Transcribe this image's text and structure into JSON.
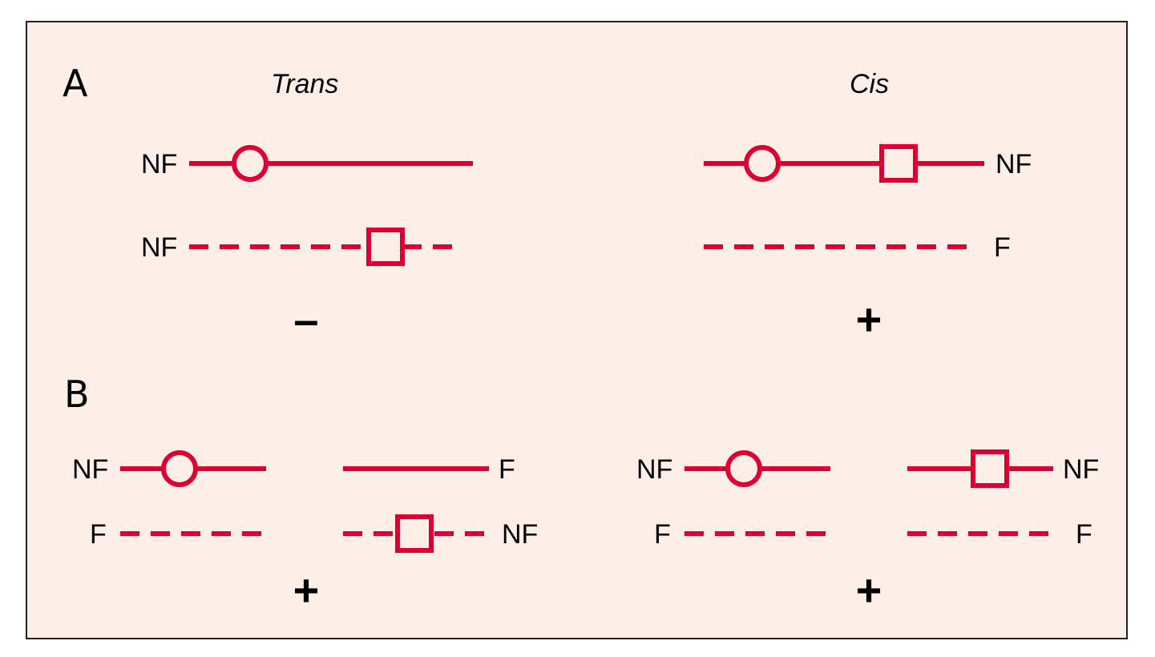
{
  "colors": {
    "background": "#fdeee8",
    "chromosome": "#dc0032",
    "border": "#222222",
    "text": "#000000"
  },
  "panels": {
    "a": {
      "label": "A",
      "trans_title": "Trans",
      "cis_title": "Cis"
    },
    "b": {
      "label": "B"
    }
  },
  "labels": {
    "a_trans_top_left": "NF",
    "a_trans_bottom_left": "NF",
    "a_cis_top_right": "NF",
    "a_cis_bottom_right": "F",
    "b_trans_top_left": "NF",
    "b_trans_top_right": "F",
    "b_trans_bottom_left": "F",
    "b_trans_bottom_right": "NF",
    "b_cis_top_left": "NF",
    "b_cis_top_right": "NF",
    "b_cis_bottom_left": "F",
    "b_cis_bottom_right": "F"
  },
  "results": {
    "a_trans": "–",
    "a_cis": "+",
    "b_trans": "+",
    "b_cis": "+"
  },
  "marker_icons": [
    "circle-marker-icon",
    "square-marker-icon"
  ]
}
